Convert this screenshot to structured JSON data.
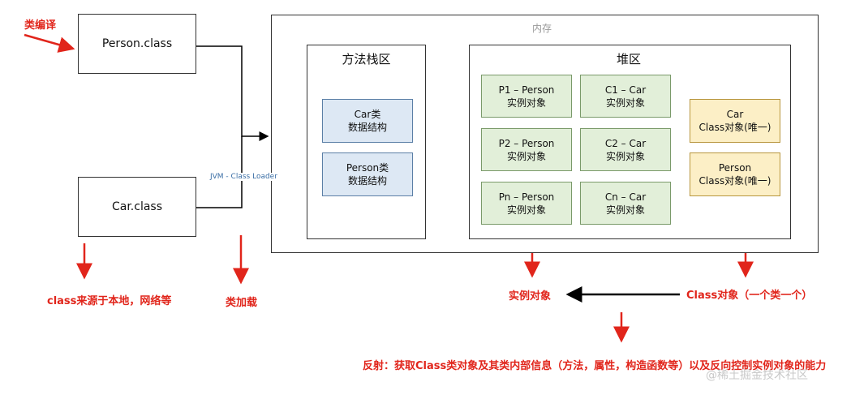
{
  "labels": {
    "compile": "类编译",
    "person_class": "Person.class",
    "car_class": "Car.class",
    "class_source": "class来源于本地，网络等",
    "class_load": "类加载",
    "jvm_loader": "JVM - Class Loader",
    "memory": "内存",
    "method_area": "方法栈区",
    "heap": "堆区",
    "car_struct": "Car类\n数据结构",
    "person_struct": "Person类\n数据结构",
    "p1": "P1 – Person\n实例对象",
    "p2": "P2 – Person\n实例对象",
    "pn": "Pn – Person\n实例对象",
    "c1": "C1 – Car\n实例对象",
    "c2": "C2 – Car\n实例对象",
    "cn": "Cn – Car\n实例对象",
    "car_class_obj": "Car\nClass对象(唯一)",
    "person_class_obj": "Person\nClass对象(唯一)",
    "instance_obj": "实例对象",
    "class_obj": "Class对象（一个类一个）",
    "reflection": "反射：获取Class类对象及其类内部信息（方法，属性，构造函数等）以及反向控制实例对象的能力",
    "watermark": "@稀土掘金技术社区"
  },
  "colors": {
    "annotation_red": "#e1251b",
    "struct_blue": "#dde8f4",
    "instance_green": "#e2efd9",
    "class_yellow": "#fcefc6"
  }
}
